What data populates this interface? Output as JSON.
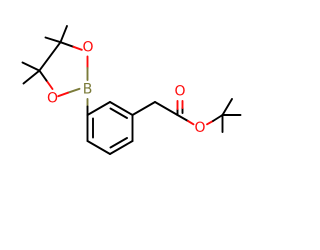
{
  "molecule": {
    "atoms": {
      "boron": {
        "label": "B",
        "color": "#7b7b3a"
      },
      "oxygen_ring_upper": {
        "label": "O",
        "color": "#ff0d0d"
      },
      "oxygen_ring_lower": {
        "label": "O",
        "color": "#ff0d0d"
      },
      "oxygen_carbonyl": {
        "label": "O",
        "color": "#ff0d0d"
      },
      "oxygen_ester": {
        "label": "O",
        "color": "#ff0d0d"
      }
    },
    "colors": {
      "bond": "#000000",
      "background": "#ffffff"
    }
  }
}
